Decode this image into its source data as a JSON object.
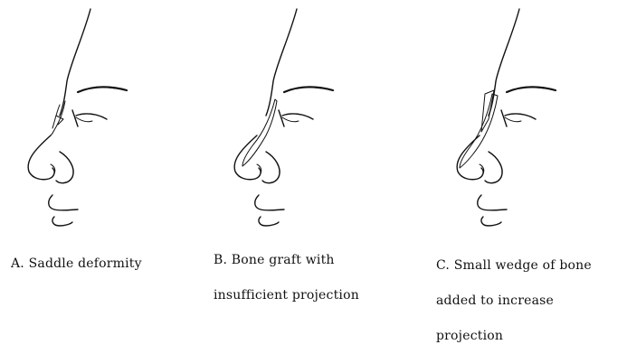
{
  "panels": [
    {
      "id": "A",
      "caption_lines": [
        "A. Saddle deformity"
      ],
      "graft": "none"
    },
    {
      "id": "B",
      "caption_lines": [
        "B. Bone graft with",
        "insufficient projection"
      ],
      "graft": "stippled"
    },
    {
      "id": "C",
      "caption_lines": [
        "C. Small wedge of bone",
        "added to increase",
        "projection"
      ],
      "graft": "stippled-with-wedge"
    }
  ],
  "colors": {
    "ink": "#111111",
    "background": "#ffffff",
    "stipple": "#444444"
  }
}
